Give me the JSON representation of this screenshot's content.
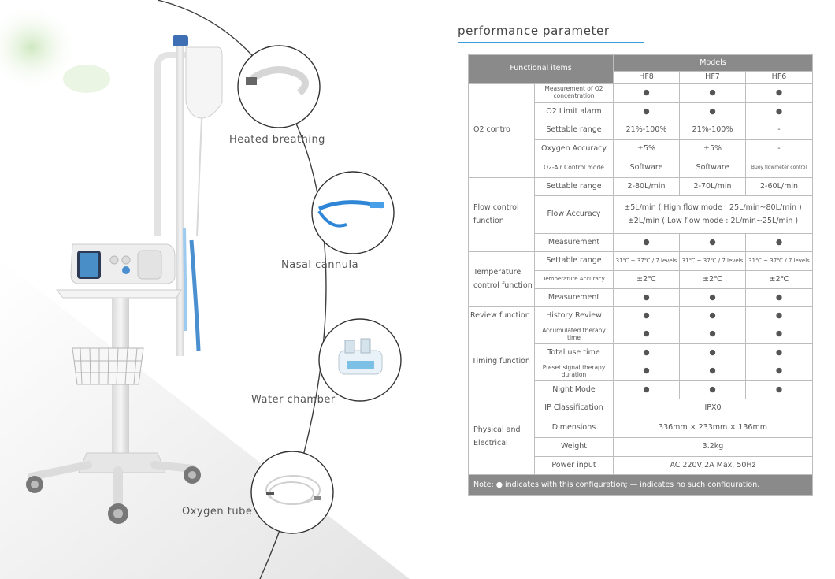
{
  "callouts": {
    "heated_breathing": "Heated breathing",
    "nasal_cannula": "Nasal cannula",
    "water_chamber": "Water chamber",
    "oxygen_tube": "Oxygen tube"
  },
  "section_title": "performance parameter",
  "table": {
    "header": {
      "functional_items": "Functional items",
      "models": "Models",
      "model_names": [
        "HF8",
        "HF7",
        "HF6"
      ]
    },
    "dot": "●",
    "groups": {
      "o2": "O2 contro",
      "flow": "Flow control function",
      "temp": "Temperature control function",
      "review": "Review function",
      "timing": "Timing function",
      "physical": "Physical and Electrical"
    },
    "rows": {
      "o2_measurement": "Measurement of O2 concentration",
      "o2_limit_alarm": "O2 Limit alarm",
      "o2_settable_range": "Settable range",
      "o2_settable_values": [
        "21%-100%",
        "21%-100%",
        "-"
      ],
      "o2_accuracy": "Oxygen Accuracy",
      "o2_accuracy_values": [
        "±5%",
        "±5%",
        "-"
      ],
      "o2_air_control": "O2-Air Control mode",
      "o2_air_control_values": [
        "Software",
        "Software",
        "Buoy flowmeter control"
      ],
      "flow_settable_range": "Settable range",
      "flow_settable_values": [
        "2-80L/min",
        "2-70L/min",
        "2-60L/min"
      ],
      "flow_accuracy": "Flow Accuracy",
      "flow_accuracy_line1": "±5L/min ( High flow mode : 25L/min~80L/min )",
      "flow_accuracy_line2": "±2L/min ( Low flow mode : 2L/min~25L/min )",
      "flow_measurement": "Measurement",
      "temp_settable_range": "Settable range",
      "temp_settable_values": [
        "31℃ ~ 37℃ / 7 levels",
        "31℃ ~ 37℃ / 7 levels",
        "31℃ ~ 37℃ / 7 levels"
      ],
      "temp_accuracy": "Temperature Accuracy",
      "temp_accuracy_values": [
        "±2℃",
        "±2℃",
        "±2℃"
      ],
      "temp_measurement": "Measurement",
      "history_review": "History Review",
      "accumulated_therapy": "Accumulated therapy time",
      "total_use_time": "Total use time",
      "preset_signal": "Preset signal therapy duration",
      "night_mode": "Night Mode",
      "ip_classification": "IP Classification",
      "ip_value": "IPX0",
      "dimensions": "Dimensions",
      "dimensions_value": "336mm × 233mm × 136mm",
      "weight": "Weight",
      "weight_value": "3.2kg",
      "power_input": "Power input",
      "power_value": "AC 220V,2A Max, 50Hz"
    },
    "note": "Note: ● indicates with this configuration; — indicates no such configuration."
  },
  "colors": {
    "header_gray": "#8a8a8a",
    "accent_blue": "#3a9ed8",
    "device_blue": "#4a90d0"
  }
}
